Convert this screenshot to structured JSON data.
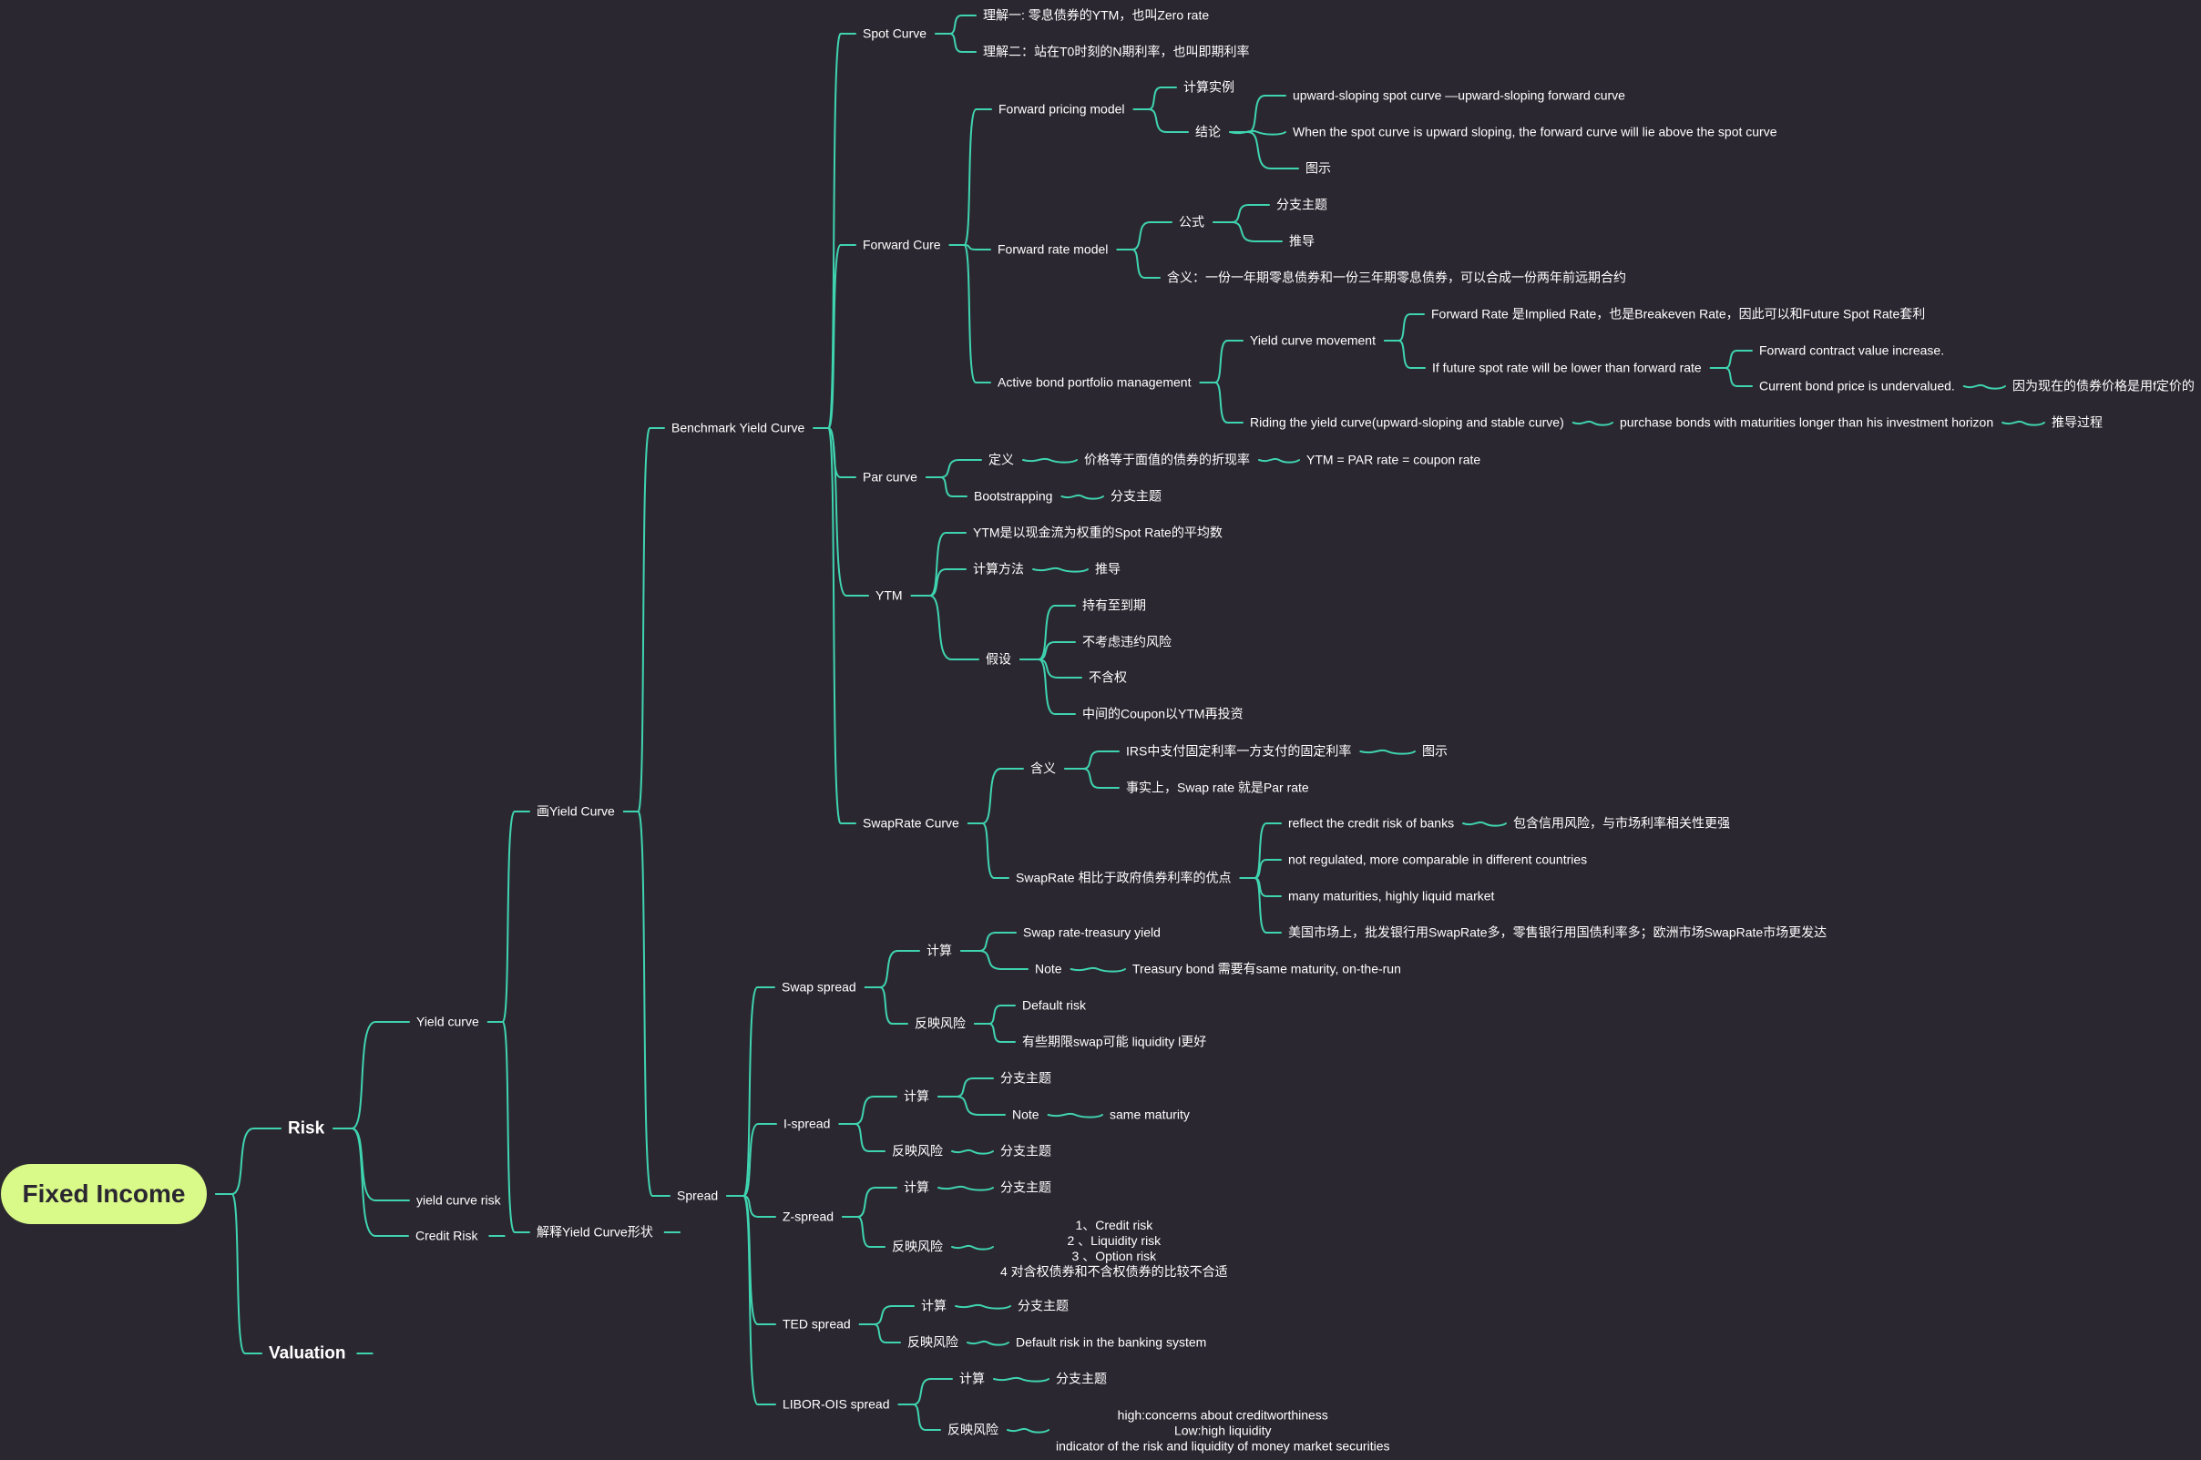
{
  "colors": {
    "background": "#2b2730",
    "line": "#3fd4b0",
    "root_fill": "#d9f989",
    "root_text": "#2b2730",
    "text": "#ffffff"
  },
  "nodes": [
    {
      "id": "root",
      "label": "Fixed Income",
      "cls": "root"
    },
    {
      "id": "risk",
      "label": "Risk",
      "parent": "root",
      "cls": "main"
    },
    {
      "id": "valuation",
      "label": "Valuation",
      "parent": "root",
      "cls": "main"
    },
    {
      "id": "yc",
      "label": "Yield curve",
      "parent": "risk"
    },
    {
      "id": "ycr",
      "label": "yield curve risk",
      "parent": "risk"
    },
    {
      "id": "cr",
      "label": "Credit Risk",
      "parent": "risk"
    },
    {
      "id": "draw",
      "label": "画Yield Curve",
      "parent": "yc"
    },
    {
      "id": "explain",
      "label": "解释Yield Curve形状",
      "parent": "yc"
    },
    {
      "id": "bench",
      "label": "Benchmark Yield Curve",
      "parent": "draw"
    },
    {
      "id": "spread",
      "label": "Spread",
      "parent": "draw"
    },
    {
      "id": "spot",
      "label": "Spot Curve",
      "parent": "bench"
    },
    {
      "id": "spot1",
      "label": "理解一: 零息债券的YTM，也叫Zero rate",
      "parent": "spot"
    },
    {
      "id": "spot2",
      "label": "理解二：站在T0时刻的N期利率，也叫即期利率",
      "parent": "spot"
    },
    {
      "id": "fwd",
      "label": "Forward Cure",
      "parent": "bench"
    },
    {
      "id": "fpm",
      "label": "Forward pricing model",
      "parent": "fwd"
    },
    {
      "id": "calc_ex",
      "label": "计算实例",
      "parent": "fpm"
    },
    {
      "id": "concl",
      "label": "结论",
      "parent": "fpm"
    },
    {
      "id": "concl1",
      "label": "upward-sloping spot curve —upward-sloping forward curve",
      "parent": "concl"
    },
    {
      "id": "concl2",
      "label": "When the spot curve is upward sloping, the forward curve will lie above the spot curve",
      "parent": "concl"
    },
    {
      "id": "concl3",
      "label": "图示",
      "parent": "concl"
    },
    {
      "id": "frm",
      "label": "Forward rate model",
      "parent": "fwd"
    },
    {
      "id": "formula",
      "label": "公式",
      "parent": "frm"
    },
    {
      "id": "formula1",
      "label": "分支主题",
      "parent": "formula"
    },
    {
      "id": "formula2",
      "label": "推导",
      "parent": "formula"
    },
    {
      "id": "meaning",
      "label": "含义：一份一年期零息债券和一份三年期零息债券，可以合成一份两年前远期合约",
      "parent": "frm"
    },
    {
      "id": "abpm",
      "label": "Active bond portfolio management",
      "parent": "fwd"
    },
    {
      "id": "ycm",
      "label": "Yield curve movement",
      "parent": "abpm"
    },
    {
      "id": "ycm1",
      "label": "Forward Rate 是Implied Rate，也是Breakeven Rate，因此可以和Future Spot Rate套利",
      "parent": "ycm"
    },
    {
      "id": "ycm2",
      "label": "If future spot rate will be lower than forward rate",
      "parent": "ycm"
    },
    {
      "id": "fcvi",
      "label": "Forward contract value increase.",
      "parent": "ycm2"
    },
    {
      "id": "cbpu",
      "label": "Current bond price is undervalued.",
      "parent": "ycm2"
    },
    {
      "id": "cbpu1",
      "label": "因为现在的债券价格是用f定价的",
      "parent": "cbpu"
    },
    {
      "id": "riding",
      "label": "Riding the yield curve(upward-sloping and stable curve)",
      "parent": "abpm"
    },
    {
      "id": "riding1",
      "label": "purchase bonds with maturities longer than his investment horizon",
      "parent": "riding"
    },
    {
      "id": "riding2",
      "label": "推导过程",
      "parent": "riding1"
    },
    {
      "id": "par",
      "label": "Par curve",
      "parent": "bench"
    },
    {
      "id": "pardef",
      "label": "定义",
      "parent": "par"
    },
    {
      "id": "pardef1",
      "label": "价格等于面值的债券的折现率",
      "parent": "pardef"
    },
    {
      "id": "pardef2",
      "label": "YTM = PAR rate = coupon rate",
      "parent": "pardef1"
    },
    {
      "id": "boot",
      "label": "Bootstrapping",
      "parent": "par"
    },
    {
      "id": "boot1",
      "label": "分支主题",
      "parent": "boot"
    },
    {
      "id": "ytm",
      "label": "YTM",
      "parent": "bench"
    },
    {
      "id": "ytm1",
      "label": "YTM是以现金流为权重的Spot Rate的平均数",
      "parent": "ytm"
    },
    {
      "id": "ytmcalc",
      "label": "计算方法",
      "parent": "ytm"
    },
    {
      "id": "ytmcalc1",
      "label": "推导",
      "parent": "ytmcalc"
    },
    {
      "id": "assume",
      "label": "假设",
      "parent": "ytm"
    },
    {
      "id": "a1",
      "label": "持有至到期",
      "parent": "assume"
    },
    {
      "id": "a2",
      "label": "不考虑违约风险",
      "parent": "assume"
    },
    {
      "id": "a3",
      "label": "不含权",
      "parent": "assume"
    },
    {
      "id": "a4",
      "label": "中间的Coupon以YTM再投资",
      "parent": "assume"
    },
    {
      "id": "swap",
      "label": "SwapRate Curve",
      "parent": "bench"
    },
    {
      "id": "swapm",
      "label": "含义",
      "parent": "swap"
    },
    {
      "id": "swapm1",
      "label": "IRS中支付固定利率一方支付的固定利率",
      "parent": "swapm"
    },
    {
      "id": "swapm1a",
      "label": "图示",
      "parent": "swapm1"
    },
    {
      "id": "swapm2",
      "label": "事实上，Swap rate 就是Par rate",
      "parent": "swapm"
    },
    {
      "id": "swapadv",
      "label": "SwapRate 相比于政府债券利率的优点",
      "parent": "swap"
    },
    {
      "id": "adv1",
      "label": "reflect the credit risk of banks",
      "parent": "swapadv"
    },
    {
      "id": "adv1a",
      "label": "包含信用风险，与市场利率相关性更强",
      "parent": "adv1"
    },
    {
      "id": "adv2",
      "label": "not regulated, more comparable in different countries",
      "parent": "swapadv"
    },
    {
      "id": "adv3",
      "label": "many maturities, highly liquid market",
      "parent": "swapadv"
    },
    {
      "id": "adv4",
      "label": "美国市场上，批发银行用SwapRate多，零售银行用国债利率多；欧洲市场SwapRate市场更发达",
      "parent": "swapadv"
    },
    {
      "id": "ss",
      "label": "Swap spread",
      "parent": "spread"
    },
    {
      "id": "sscalc",
      "label": "计算",
      "parent": "ss"
    },
    {
      "id": "sscalc1",
      "label": "Swap rate-treasury yield",
      "parent": "sscalc"
    },
    {
      "id": "ssnote",
      "label": "Note",
      "parent": "sscalc"
    },
    {
      "id": "ssnote1",
      "label": "Treasury bond 需要有same maturity, on-the-run",
      "parent": "ssnote"
    },
    {
      "id": "ssrisk",
      "label": "反映风险",
      "parent": "ss"
    },
    {
      "id": "ssrisk1",
      "label": "Default risk",
      "parent": "ssrisk"
    },
    {
      "id": "ssrisk2",
      "label": "有些期限swap可能 liquidity l更好",
      "parent": "ssrisk"
    },
    {
      "id": "is",
      "label": "I-spread",
      "parent": "spread"
    },
    {
      "id": "iscalc",
      "label": "计算",
      "parent": "is"
    },
    {
      "id": "iscalc1",
      "label": "分支主题",
      "parent": "iscalc"
    },
    {
      "id": "isnote",
      "label": "Note",
      "parent": "iscalc"
    },
    {
      "id": "isnote1",
      "label": "same maturity",
      "parent": "isnote"
    },
    {
      "id": "isrisk",
      "label": "反映风险",
      "parent": "is"
    },
    {
      "id": "isrisk1",
      "label": "分支主题",
      "parent": "isrisk"
    },
    {
      "id": "zs",
      "label": "Z-spread",
      "parent": "spread"
    },
    {
      "id": "zscalc",
      "label": "计算",
      "parent": "zs"
    },
    {
      "id": "zscalc1",
      "label": "分支主题",
      "parent": "zscalc"
    },
    {
      "id": "zsrisk",
      "label": "反映风险",
      "parent": "zs"
    },
    {
      "id": "zsrisk1",
      "label": "",
      "parent": "zsrisk",
      "lines": [
        "1、Credit risk",
        "2 、Liquidity risk",
        "3 、Option risk",
        "4 对含权债券和不含权债券的比较不合适"
      ]
    },
    {
      "id": "ted",
      "label": "TED spread",
      "parent": "spread"
    },
    {
      "id": "tedcalc",
      "label": "计算",
      "parent": "ted"
    },
    {
      "id": "tedcalc1",
      "label": "分支主题",
      "parent": "tedcalc"
    },
    {
      "id": "tedrisk",
      "label": "反映风险",
      "parent": "ted"
    },
    {
      "id": "tedrisk1",
      "label": "Default risk in the banking system",
      "parent": "tedrisk"
    },
    {
      "id": "lois",
      "label": "LIBOR-OIS spread",
      "parent": "spread"
    },
    {
      "id": "loiscalc",
      "label": "计算",
      "parent": "lois"
    },
    {
      "id": "loiscalc1",
      "label": "分支主题",
      "parent": "loiscalc"
    },
    {
      "id": "loisrisk",
      "label": "反映风险",
      "parent": "lois"
    },
    {
      "id": "loisrisk1",
      "label": "",
      "parent": "loisrisk",
      "lines": [
        "high:concerns about creditworthiness",
        "Low:high liquidity",
        "indicator of the risk and liquidity of money market securities"
      ]
    }
  ]
}
